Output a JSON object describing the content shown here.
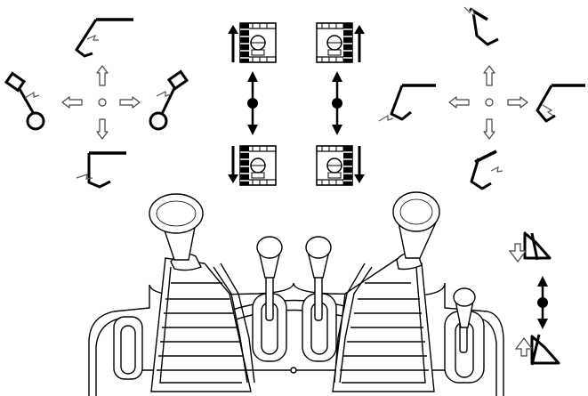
{
  "diagram": {
    "kind": "excavator joystick control pattern",
    "text_labels": [],
    "controls": [
      {
        "name": "left-joystick",
        "functions": [
          "arm-in",
          "arm-out",
          "swing-left",
          "swing-right"
        ]
      },
      {
        "name": "left-track-lever",
        "functions": [
          "left-track-forward",
          "left-track-reverse"
        ]
      },
      {
        "name": "right-track-lever",
        "functions": [
          "right-track-forward",
          "right-track-reverse"
        ]
      },
      {
        "name": "right-joystick",
        "functions": [
          "boom-lower",
          "boom-raise",
          "bucket-curl",
          "bucket-dump"
        ]
      },
      {
        "name": "blade-lever",
        "functions": [
          "blade-lower",
          "blade-raise"
        ]
      }
    ],
    "icons": {
      "arm": "excavator-arm-icon",
      "swing": "swing-icon",
      "track": "crawler-track-icon",
      "bucket": "bucket-icon",
      "blade": "dozer-blade-icon"
    },
    "colors": {
      "line": "#000000",
      "background": "#ffffff",
      "arrow_outline": "#555555"
    }
  }
}
